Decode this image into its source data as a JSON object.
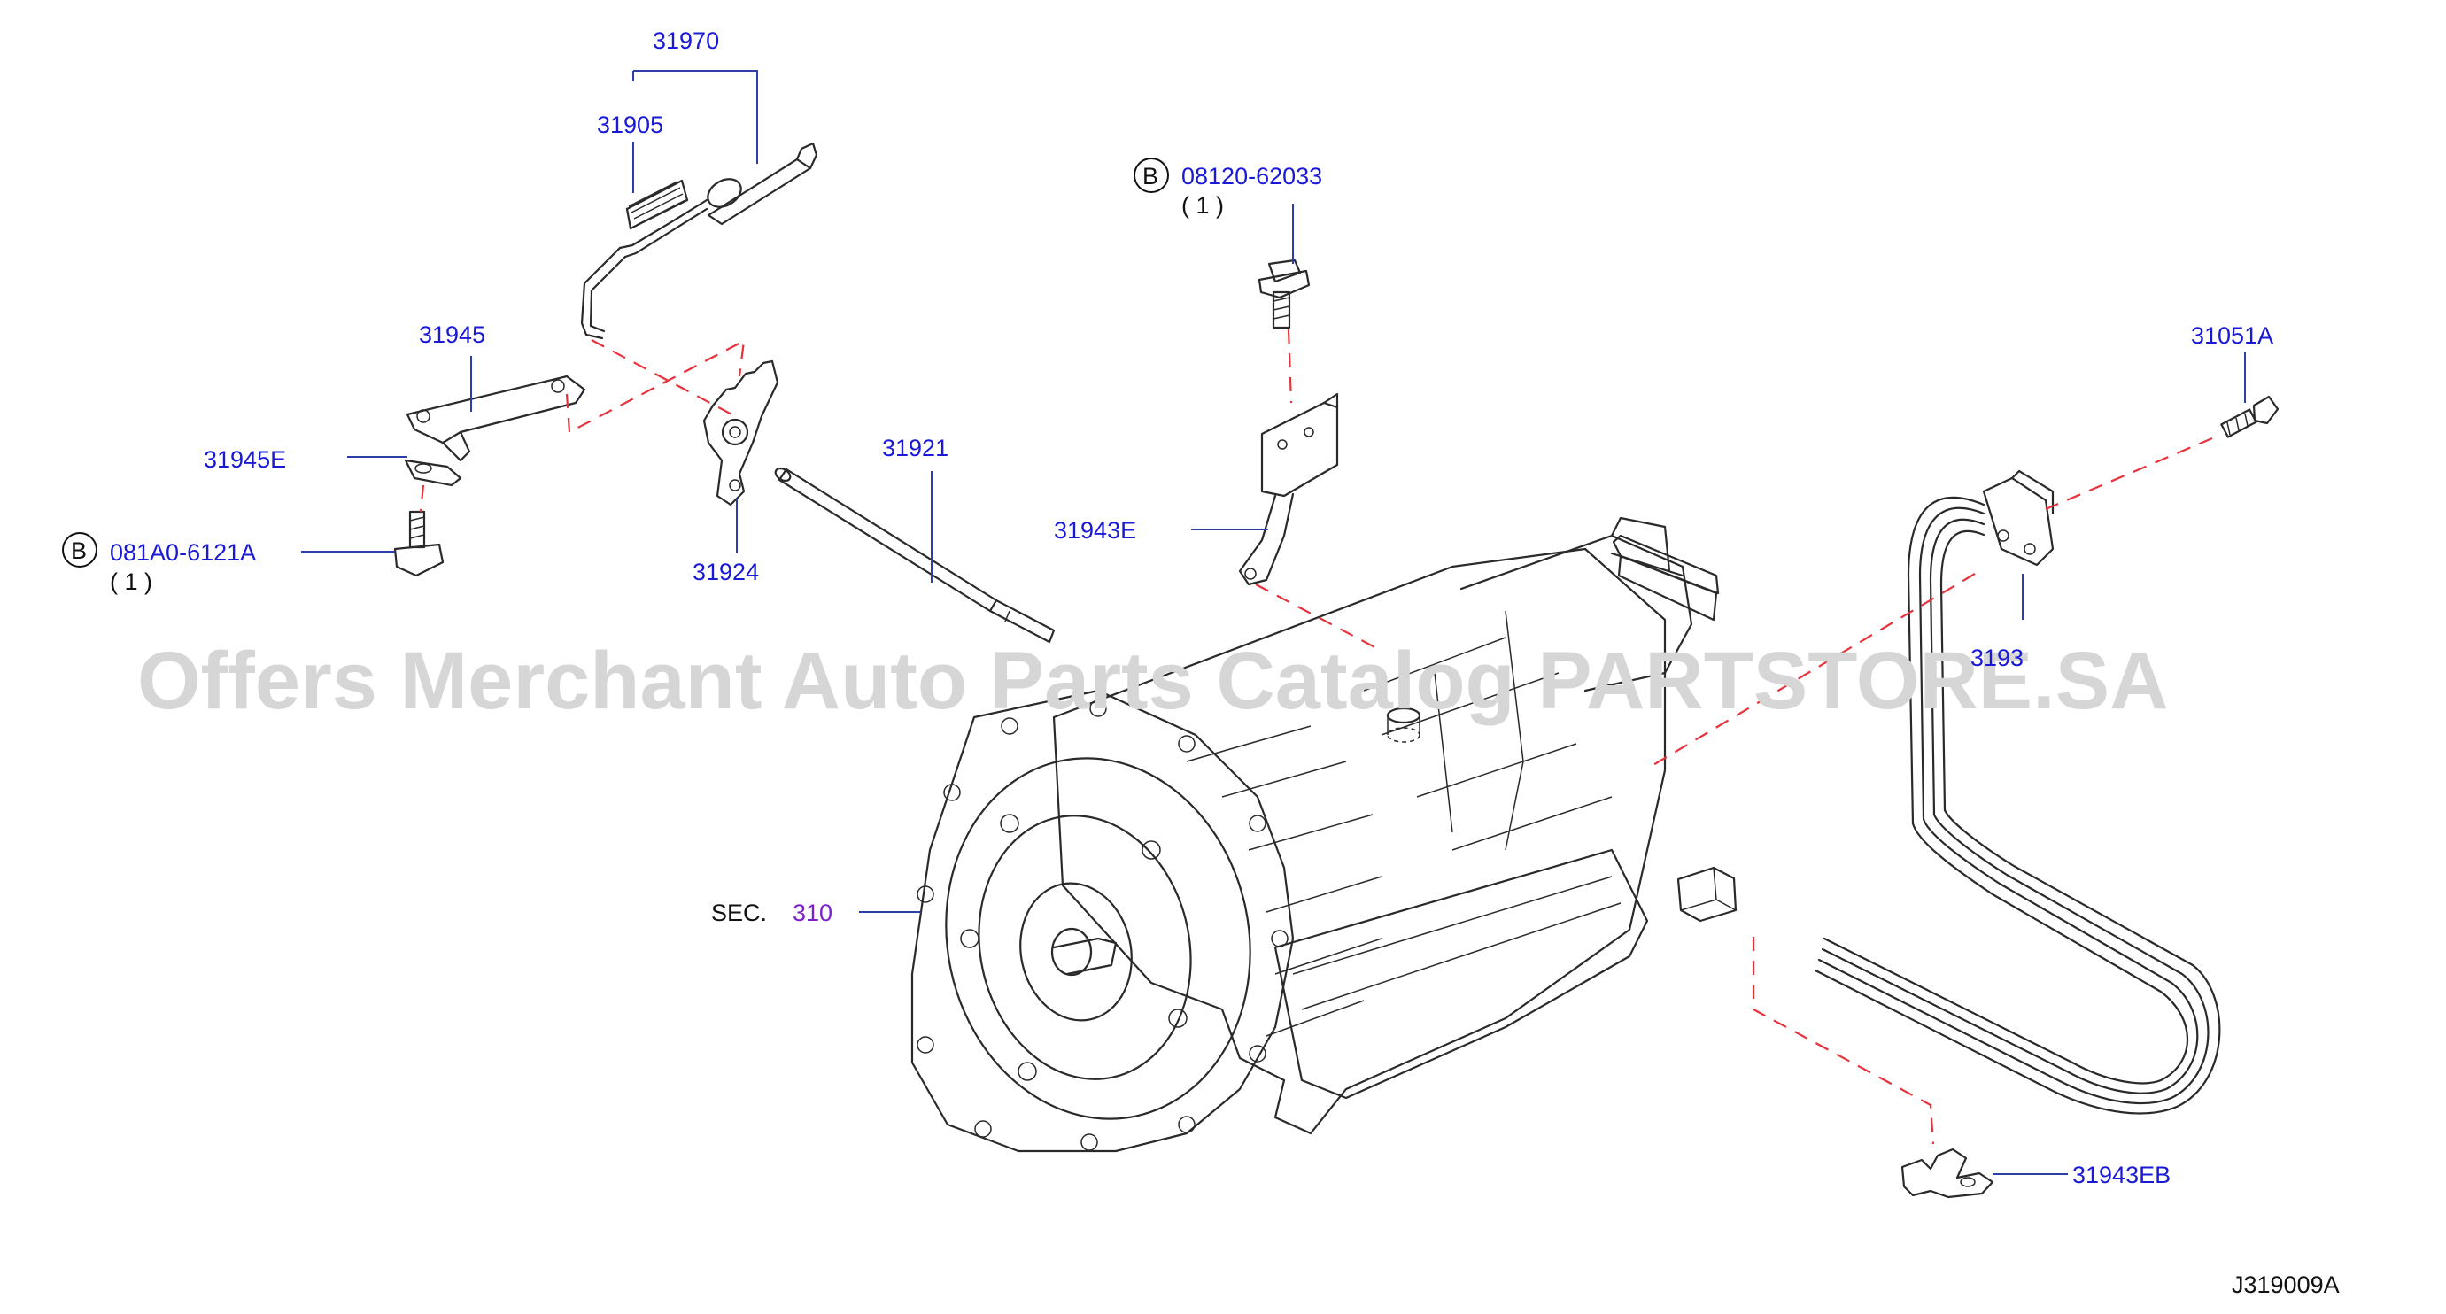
{
  "watermark": "Offers Merchant Auto Parts Catalog PARTSTORE.SA",
  "diagram_id": "J319009A",
  "section_ref": {
    "prefix": "SEC.",
    "number": "310"
  },
  "bolt_badge_letter": "B",
  "callouts": {
    "p31970": "31970",
    "p31905": "31905",
    "p31945": "31945",
    "p31945E": "31945E",
    "p081A0": "081A0-6121A",
    "p081A0_qty": "( 1 )",
    "p31924": "31924",
    "p31921": "31921",
    "p08120": "08120-62033",
    "p08120_qty": "( 1 )",
    "p31943E": "31943E",
    "p31051A": "31051A",
    "p3193x": "3193",
    "p31943EB": "31943EB"
  }
}
